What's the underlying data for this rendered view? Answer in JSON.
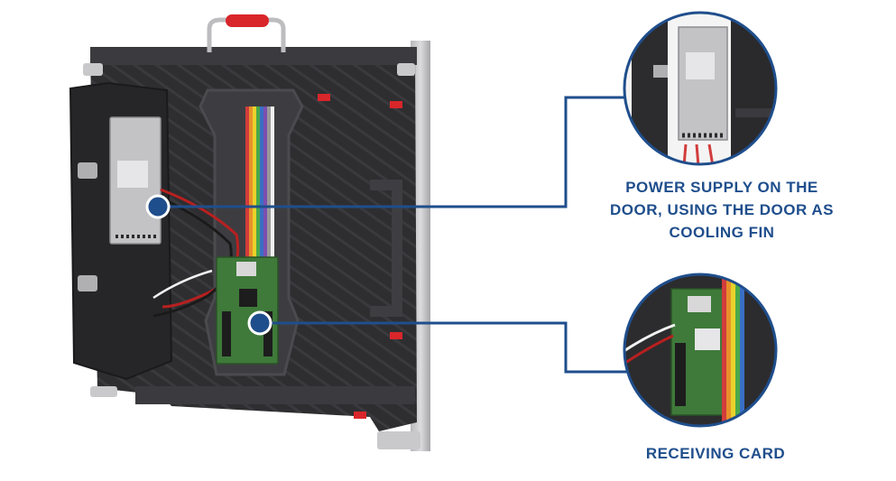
{
  "callouts": {
    "power_supply": {
      "lines": [
        "POWER SUPPLY ON THE",
        "DOOR, USING THE DOOR AS",
        "COOLING FIN"
      ]
    },
    "receiving_card": {
      "lines": [
        "RECEIVING CARD"
      ]
    }
  },
  "colors": {
    "callout_blue": "#1f4e8c",
    "cabinet_dark": "#2c2c2e",
    "handle_red": "#d8262b",
    "pcb_green": "#3f7a3a"
  }
}
